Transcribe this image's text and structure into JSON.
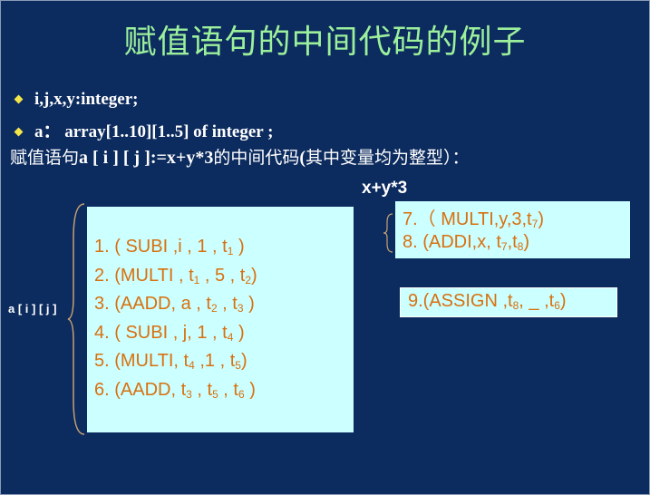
{
  "slide": {
    "title": "赋值语句的中间代码的例子",
    "bullets": [
      "i,j,x,y:integer;",
      "a： array[1..10][1..5] of  integer ;"
    ],
    "intro": {
      "prefix": "赋值语句",
      "stmt": "a [ i ] [ j ]:=x+y*3",
      "mid": "的中间代码",
      "paren": "(",
      "note": "其中变量均为整型）：",
      "end": ""
    },
    "expr_label": "x+y*3",
    "side_label": "a [ i ] [ j ]",
    "colors": {
      "background": "#0c2b5e",
      "title": "#9cf09c",
      "bullet": "#f2e64a",
      "box_fill": "#ccffff",
      "code_text": "#d8700f",
      "brace": "#c8a070"
    },
    "code_lines": [
      {
        "pre": "1. ( SUBI ,i , 1 , t",
        "s1": "1",
        "mid": " )",
        "s2": "",
        "post": ""
      },
      {
        "pre": "2. (MULTI , t",
        "s1": "1",
        "mid": " , 5 , t",
        "s2": "2",
        "post": ")"
      },
      {
        "pre": "3. (AADD, a , t",
        "s1": "2",
        "mid": " , t",
        "s2": "3",
        "post": " )"
      },
      {
        "pre": "4. ( SUBI ,  j, 1 , t",
        "s1": "4",
        "mid": " )",
        "s2": "",
        "post": ""
      },
      {
        "pre": "5. (MULTI, t",
        "s1": "4",
        "mid": " ,1 , t",
        "s2": "5",
        "post": ")"
      },
      {
        "pre": "6. (AADD, t",
        "s1": "3",
        "mid": " , t",
        "s2": "5",
        "post": " , t6 )"
      }
    ],
    "xy_lines": [
      {
        "pre": "7.（ MULTI,y,3,t",
        "s1": "7",
        "mid": ")",
        "s2": "",
        "post": ""
      },
      {
        "pre": "8. (ADDI,x, t",
        "s1": "7",
        "mid": ",t",
        "s2": "8",
        "post": ")"
      }
    ],
    "assign_line": {
      "pre": "9.(ASSIGN ,t",
      "s1": "8",
      "mid": ", _ ,t",
      "s2": "6",
      "post": ")"
    }
  }
}
